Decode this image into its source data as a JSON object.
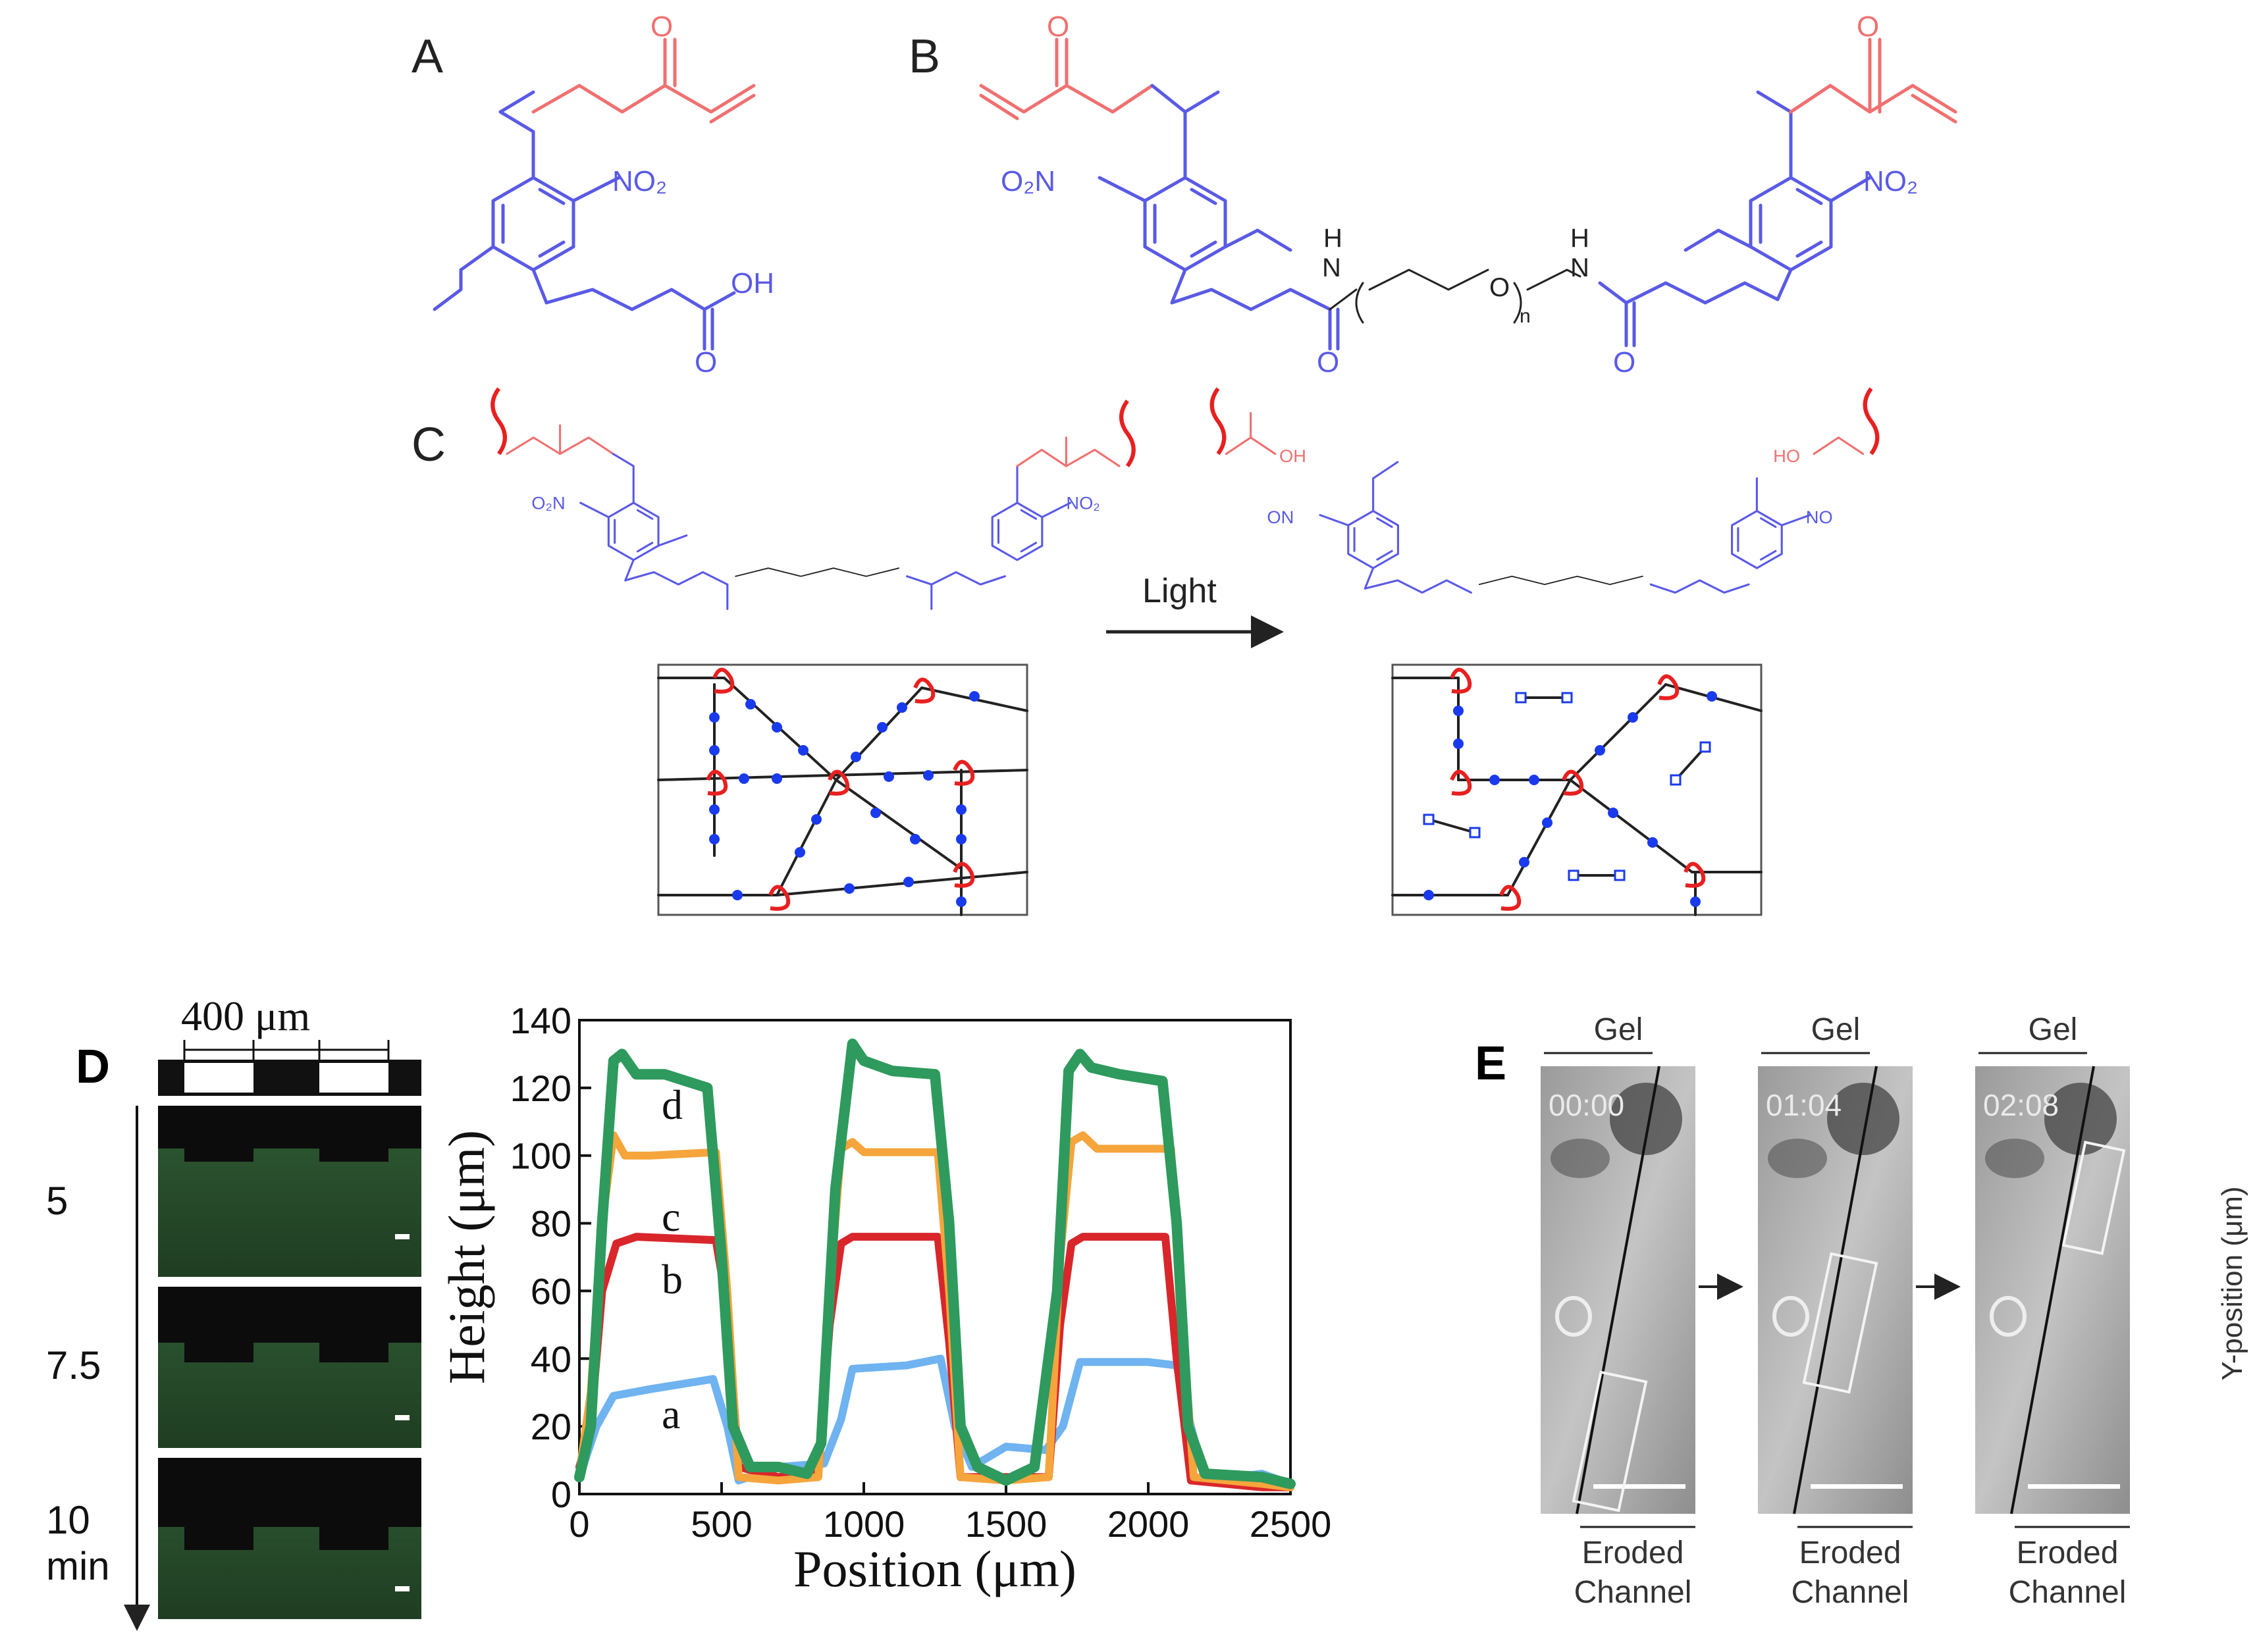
{
  "panels": {
    "a": "A",
    "b": "B",
    "c": "C",
    "d": "D",
    "e": "E"
  },
  "chem": {
    "no2": "NO₂",
    "o2n": "O₂N",
    "oh": "OH",
    "ho": "HO",
    "no": "NO",
    "on": "ON",
    "o": "O",
    "n": "N",
    "h": "H",
    "nsub": "n",
    "light": "Light"
  },
  "panel_d": {
    "scale_label": "400 μm",
    "times": [
      "5",
      "7.5",
      "10"
    ],
    "time_unit": "min"
  },
  "panel_e": {
    "gel_label": "Gel",
    "timestamps": [
      "00:00",
      "01:04",
      "02:08"
    ],
    "eroded_line1": "Eroded",
    "eroded_line2": "Channel",
    "side_label": "Y-position (μm)"
  },
  "chart_data": {
    "type": "line",
    "xlabel": "Position (μm)",
    "ylabel": "Height (μm)",
    "xlim": [
      0,
      2500
    ],
    "ylim": [
      0,
      140
    ],
    "xticks": [
      0,
      500,
      1000,
      1500,
      2000,
      2500
    ],
    "yticks": [
      0,
      20,
      40,
      60,
      80,
      100,
      120,
      140
    ],
    "series": [
      {
        "name": "a",
        "color": "#6fb3f0",
        "x": [
          0,
          60,
          120,
          250,
          470,
          520,
          560,
          700,
          860,
          920,
          960,
          1150,
          1270,
          1320,
          1380,
          1500,
          1640,
          1700,
          1760,
          2000,
          2100,
          2150,
          2200,
          2400,
          2500
        ],
        "y": [
          5,
          20,
          29,
          31,
          34,
          20,
          4,
          8,
          9,
          22,
          37,
          38,
          40,
          20,
          8,
          14,
          13,
          20,
          39,
          39,
          38,
          20,
          4,
          6,
          3
        ]
      },
      {
        "name": "b",
        "color": "#d9262b",
        "x": [
          0,
          40,
          80,
          130,
          200,
          480,
          520,
          560,
          700,
          840,
          880,
          920,
          960,
          1260,
          1300,
          1340,
          1500,
          1650,
          1690,
          1730,
          1770,
          2060,
          2100,
          2150,
          2400,
          2500
        ],
        "y": [
          8,
          20,
          60,
          74,
          76,
          75,
          55,
          8,
          5,
          6,
          50,
          74,
          76,
          76,
          45,
          5,
          5,
          5,
          50,
          74,
          76,
          76,
          40,
          4,
          2,
          2
        ]
      },
      {
        "name": "c",
        "color": "#f5a53b",
        "x": [
          0,
          40,
          80,
          120,
          160,
          250,
          480,
          520,
          560,
          700,
          840,
          880,
          920,
          960,
          1000,
          1260,
          1300,
          1340,
          1500,
          1650,
          1690,
          1730,
          1770,
          1820,
          2080,
          2120,
          2160,
          2400,
          2500
        ],
        "y": [
          6,
          30,
          80,
          106,
          100,
          100,
          101,
          60,
          5,
          4,
          5,
          60,
          102,
          104,
          101,
          101,
          60,
          5,
          4,
          5,
          70,
          104,
          106,
          102,
          102,
          50,
          5,
          3,
          2
        ]
      },
      {
        "name": "d",
        "color": "#2e9a5d",
        "x": [
          0,
          40,
          80,
          120,
          150,
          200,
          300,
          450,
          500,
          540,
          600,
          700,
          800,
          850,
          900,
          960,
          1000,
          1100,
          1250,
          1300,
          1340,
          1400,
          1500,
          1600,
          1680,
          1720,
          1760,
          1800,
          1900,
          2050,
          2100,
          2140,
          2200,
          2400,
          2500
        ],
        "y": [
          5,
          20,
          80,
          128,
          130,
          124,
          124,
          120,
          70,
          20,
          8,
          8,
          6,
          15,
          90,
          133,
          128,
          125,
          124,
          80,
          20,
          8,
          4,
          8,
          60,
          125,
          130,
          126,
          124,
          122,
          80,
          20,
          6,
          5,
          3
        ]
      }
    ]
  }
}
